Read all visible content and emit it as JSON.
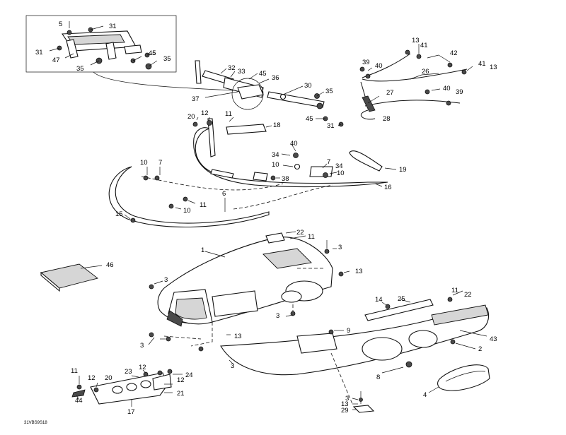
{
  "drawing_code": "31VBS9S18",
  "callouts": [
    {
      "id": "c5",
      "text": "5"
    },
    {
      "id": "c31a",
      "text": "31"
    },
    {
      "id": "c31b",
      "text": "31"
    },
    {
      "id": "c47",
      "text": "47"
    },
    {
      "id": "c45a",
      "text": "45"
    },
    {
      "id": "c35a",
      "text": "35"
    },
    {
      "id": "c35b",
      "text": "35"
    },
    {
      "id": "c32",
      "text": "32"
    },
    {
      "id": "c33",
      "text": "33"
    },
    {
      "id": "c45b",
      "text": "45"
    },
    {
      "id": "c36",
      "text": "36"
    },
    {
      "id": "c37",
      "text": "37"
    },
    {
      "id": "c30",
      "text": "30"
    },
    {
      "id": "c35c",
      "text": "35"
    },
    {
      "id": "c45c",
      "text": "45"
    },
    {
      "id": "c31c",
      "text": "31"
    },
    {
      "id": "c13a",
      "text": "13"
    },
    {
      "id": "c41a",
      "text": "41"
    },
    {
      "id": "c42",
      "text": "42"
    },
    {
      "id": "c39a",
      "text": "39"
    },
    {
      "id": "c40a",
      "text": "40"
    },
    {
      "id": "c26",
      "text": "26"
    },
    {
      "id": "c41b",
      "text": "41"
    },
    {
      "id": "c13b",
      "text": "13"
    },
    {
      "id": "c27",
      "text": "27"
    },
    {
      "id": "c40b",
      "text": "40"
    },
    {
      "id": "c39b",
      "text": "39"
    },
    {
      "id": "c28",
      "text": "28"
    },
    {
      "id": "c20a",
      "text": "20"
    },
    {
      "id": "c12a",
      "text": "12"
    },
    {
      "id": "c11a",
      "text": "11"
    },
    {
      "id": "c18",
      "text": "18"
    },
    {
      "id": "c40c",
      "text": "40"
    },
    {
      "id": "c34a",
      "text": "34"
    },
    {
      "id": "c10a",
      "text": "10"
    },
    {
      "id": "c7a",
      "text": "7"
    },
    {
      "id": "c34b",
      "text": "34"
    },
    {
      "id": "c10b",
      "text": "10"
    },
    {
      "id": "c19",
      "text": "19"
    },
    {
      "id": "c38",
      "text": "38"
    },
    {
      "id": "c16",
      "text": "16"
    },
    {
      "id": "c10c",
      "text": "10"
    },
    {
      "id": "c7b",
      "text": "7"
    },
    {
      "id": "c6",
      "text": "6"
    },
    {
      "id": "c11b",
      "text": "11"
    },
    {
      "id": "c10d",
      "text": "10"
    },
    {
      "id": "c15",
      "text": "15"
    },
    {
      "id": "c22a",
      "text": "22"
    },
    {
      "id": "c11c",
      "text": "11"
    },
    {
      "id": "c1",
      "text": "1"
    },
    {
      "id": "c3a",
      "text": "3"
    },
    {
      "id": "c13c",
      "text": "13"
    },
    {
      "id": "c46",
      "text": "46"
    },
    {
      "id": "c3b",
      "text": "3"
    },
    {
      "id": "c14",
      "text": "14"
    },
    {
      "id": "c25",
      "text": "25"
    },
    {
      "id": "c11d",
      "text": "11"
    },
    {
      "id": "c22b",
      "text": "22"
    },
    {
      "id": "c3c",
      "text": "3"
    },
    {
      "id": "c9",
      "text": "9"
    },
    {
      "id": "c13d",
      "text": "13"
    },
    {
      "id": "c43",
      "text": "43"
    },
    {
      "id": "c3d",
      "text": "3"
    },
    {
      "id": "c2",
      "text": "2"
    },
    {
      "id": "c3e",
      "text": "3"
    },
    {
      "id": "c8",
      "text": "8"
    },
    {
      "id": "c4",
      "text": "4"
    },
    {
      "id": "c11e",
      "text": "11"
    },
    {
      "id": "c12b",
      "text": "12"
    },
    {
      "id": "c20b",
      "text": "20"
    },
    {
      "id": "c23",
      "text": "23"
    },
    {
      "id": "c12c",
      "text": "12"
    },
    {
      "id": "c24",
      "text": "24"
    },
    {
      "id": "c12d",
      "text": "12"
    },
    {
      "id": "c21",
      "text": "21"
    },
    {
      "id": "c44",
      "text": "44"
    },
    {
      "id": "c17",
      "text": "17"
    },
    {
      "id": "c3f",
      "text": "3"
    },
    {
      "id": "c13e",
      "text": "13"
    },
    {
      "id": "c29",
      "text": "29"
    }
  ]
}
